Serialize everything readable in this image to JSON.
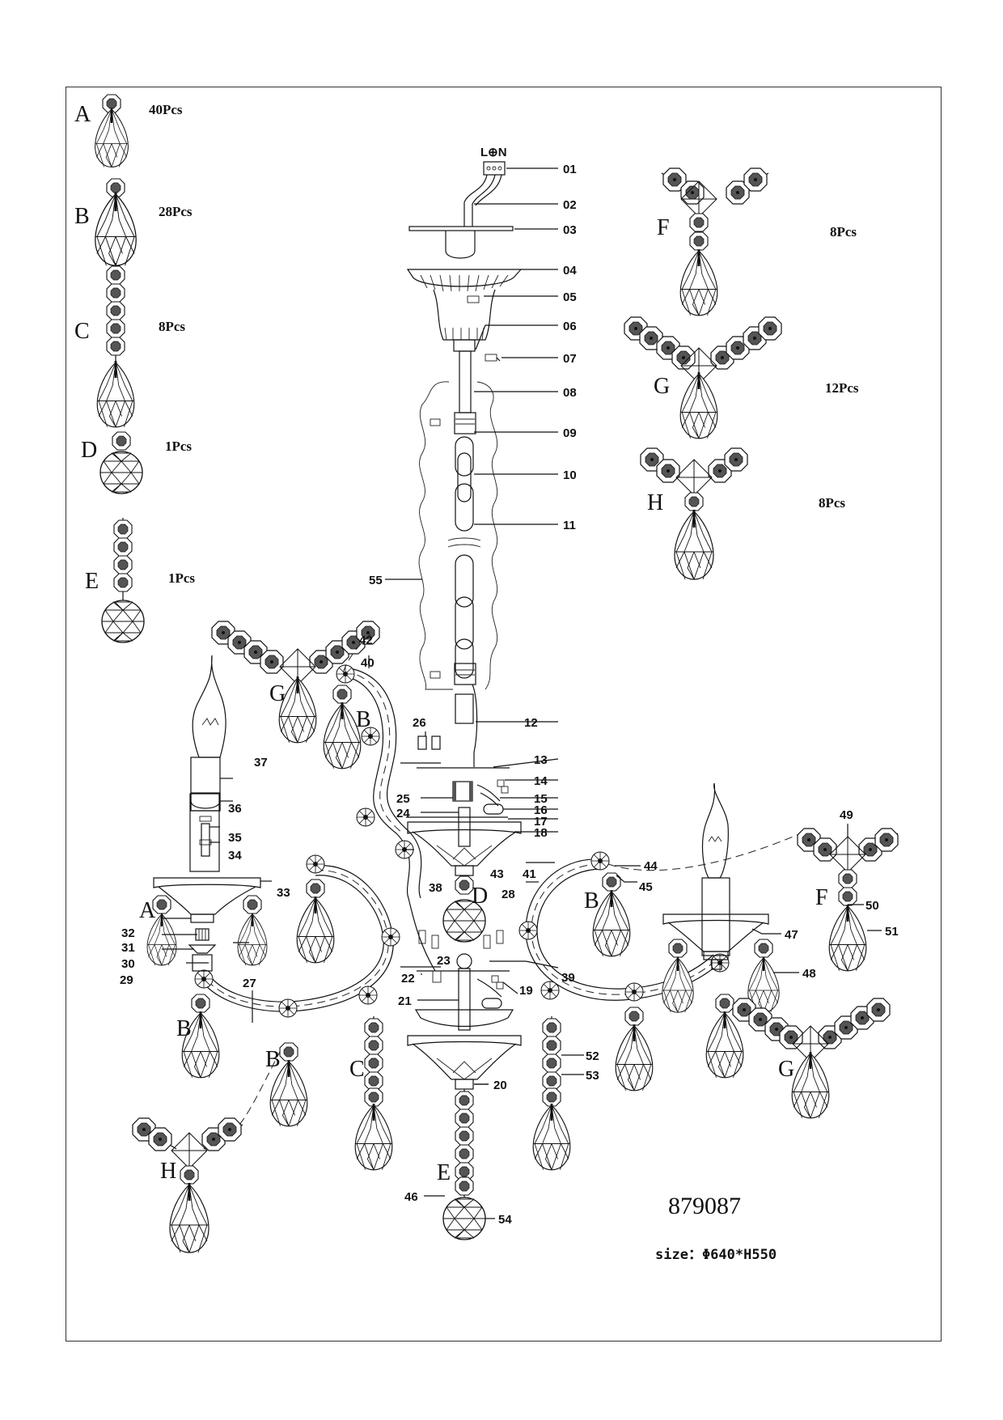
{
  "document": {
    "model_number": "879087",
    "size_label": "size：Φ640*H550",
    "wiring_label": "L⊕N"
  },
  "parts_legend": [
    {
      "letter": "A",
      "qty": "40Pcs",
      "type": "drop"
    },
    {
      "letter": "B",
      "qty": "28Pcs",
      "type": "drop"
    },
    {
      "letter": "C",
      "qty": "8Pcs",
      "type": "strand-drop"
    },
    {
      "letter": "D",
      "qty": "1Pcs",
      "type": "ball"
    },
    {
      "letter": "E",
      "qty": "1Pcs",
      "type": "strand-ball"
    },
    {
      "letter": "F",
      "qty": "8Pcs",
      "type": "swag-drop"
    },
    {
      "letter": "G",
      "qty": "12Pcs",
      "type": "swag-drop"
    },
    {
      "letter": "H",
      "qty": "8Pcs",
      "type": "swag-drop"
    }
  ],
  "callouts": [
    "01",
    "02",
    "03",
    "04",
    "05",
    "06",
    "07",
    "08",
    "09",
    "10",
    "11",
    "12",
    "13",
    "14",
    "15",
    "16",
    "17",
    "18",
    "19",
    "20",
    "21",
    "22",
    "23",
    "24",
    "25",
    "26",
    "27",
    "28",
    "29",
    "30",
    "31",
    "32",
    "33",
    "34",
    "35",
    "36",
    "37",
    "38",
    "39",
    "40",
    "41",
    "42",
    "43",
    "44",
    "45",
    "46",
    "47",
    "48",
    "49",
    "50",
    "51",
    "52",
    "53",
    "54",
    "55"
  ],
  "diagram_letters": {
    "g_left": "G",
    "b_arm_left": "B",
    "a_cup": "A",
    "b_low_left": "B",
    "b_low_mid": "B",
    "c_left": "C",
    "h_left": "H",
    "d_center": "D",
    "e_center": "E",
    "b_right": "B",
    "f_right": "F",
    "g_right": "G"
  }
}
